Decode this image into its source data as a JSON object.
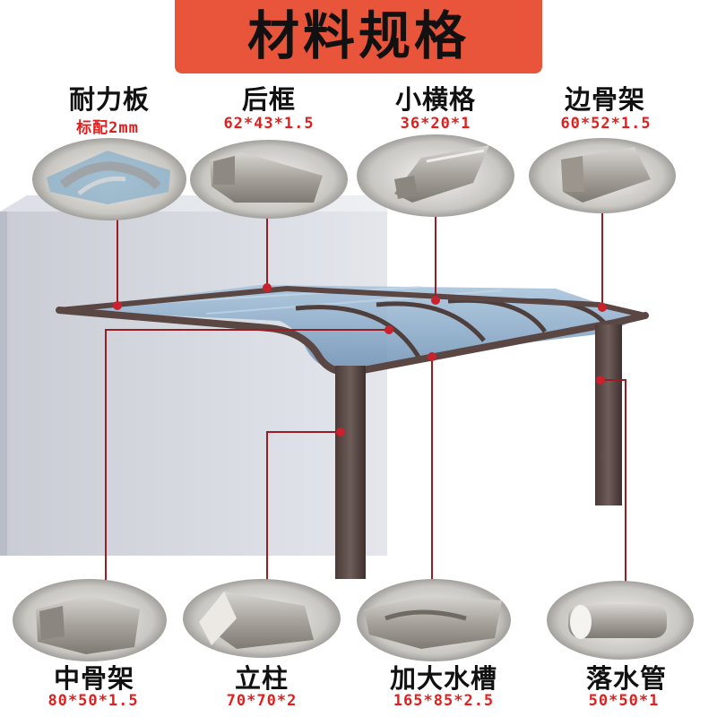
{
  "title": "材料规格",
  "colors": {
    "banner": "#e8553a",
    "spec_text": "#e0201f",
    "leader_line": "#9a1c24",
    "frame": "#5a4744",
    "wall": "#c8ccd6",
    "panel": "#7fa6c6"
  },
  "materials": [
    {
      "name": "耐力板",
      "spec": "标配2mm",
      "icon": "polycarbonate-sheet-photo"
    },
    {
      "name": "后框",
      "spec": "62*43*1.5",
      "icon": "rear-frame-profile-photo"
    },
    {
      "name": "小横格",
      "spec": "36*20*1",
      "icon": "small-crossbar-profile-photo"
    },
    {
      "name": "边骨架",
      "spec": "60*52*1.5",
      "icon": "side-frame-profile-photo"
    },
    {
      "name": "中骨架",
      "spec": "80*50*1.5",
      "icon": "middle-frame-profile-photo"
    },
    {
      "name": "立柱",
      "spec": "70*70*2",
      "icon": "column-profile-photo"
    },
    {
      "name": "加大水槽",
      "spec": "165*85*2.5",
      "icon": "gutter-profile-photo"
    },
    {
      "name": "落水管",
      "spec": "50*50*1",
      "icon": "downpipe-profile-photo"
    }
  ]
}
